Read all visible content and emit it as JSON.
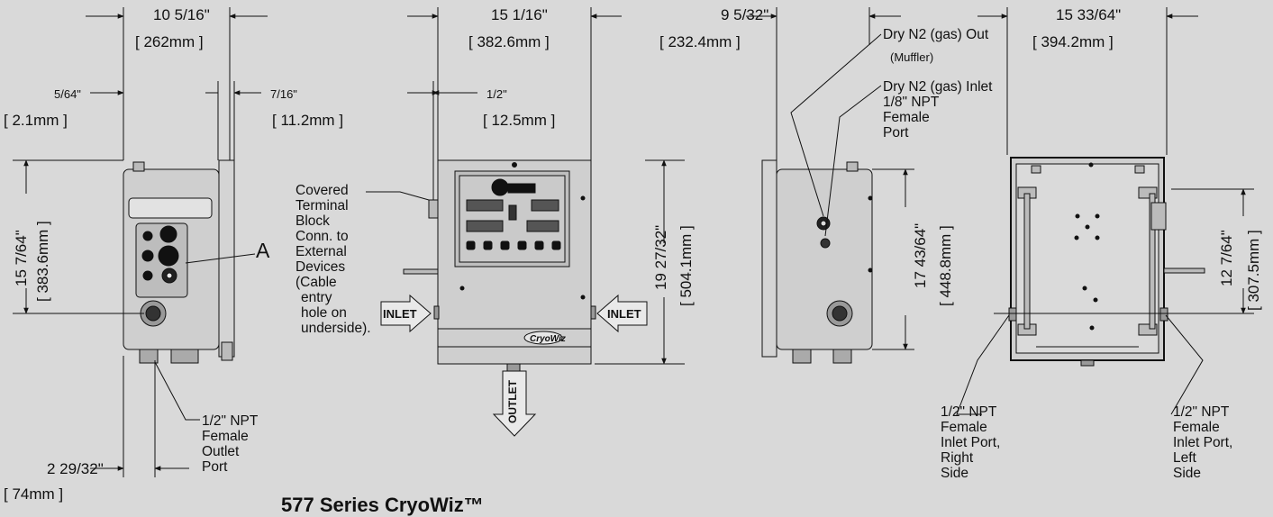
{
  "views": {
    "side_left": {
      "top_width": "10 5/16\"",
      "top_width_mm": "[ 262mm ]",
      "left_offset": "5/64\"",
      "left_offset_mm": "[ 2.1mm ]",
      "right_offset": "7/16\"",
      "right_offset_mm": "[ 11.2mm ]",
      "height": "15 7/64\"",
      "height_mm": "[ 383.6mm ]",
      "bottom_offset": "2 29/32\"",
      "bottom_offset_mm": "[ 74mm ]",
      "callout_a": "A",
      "outlet_port_label": [
        "1/2\" NPT",
        "Female",
        "Outlet",
        "Port"
      ]
    },
    "front": {
      "top_width": "15 1/16\"",
      "top_width_mm": "[ 382.6mm ]",
      "left_offset": "1/2\"",
      "left_offset_mm": "[ 12.5mm ]",
      "height": "19 27/32\"",
      "height_mm": "[ 504.1mm ]",
      "terminal_label": [
        "Covered",
        "Terminal",
        "Block",
        "Conn. to",
        "External",
        "Devices",
        "(Cable",
        "entry",
        "hole on",
        "underside)."
      ],
      "inlet_left": "INLET",
      "inlet_right": "INLET",
      "outlet": "OUTLET",
      "badge": "CryoWiz"
    },
    "side_right": {
      "top_width": "9 5/32\"",
      "top_width_mm": "[ 232.4mm ]",
      "gas_out": "Dry N2 (gas) Out",
      "muffler": "(Muffler)",
      "gas_in": [
        "Dry N2 (gas) Inlet",
        "1/8\" NPT",
        "Female",
        "Port"
      ],
      "height": "17 43/64\"",
      "height_mm": "[ 448.8mm ]"
    },
    "rear": {
      "top_width": "15 33/64\"",
      "top_width_mm": "[ 394.2mm ]",
      "height": "12 7/64\"",
      "height_mm": "[ 307.5mm ]",
      "inlet_right": [
        "1/2\" NPT",
        "Female",
        "Inlet Port,",
        "Right",
        "Side"
      ],
      "inlet_left": [
        "1/2\" NPT",
        "Female",
        "Inlet Port,",
        "Left",
        "Side"
      ]
    }
  },
  "title": "577 Series CryoWiz™"
}
